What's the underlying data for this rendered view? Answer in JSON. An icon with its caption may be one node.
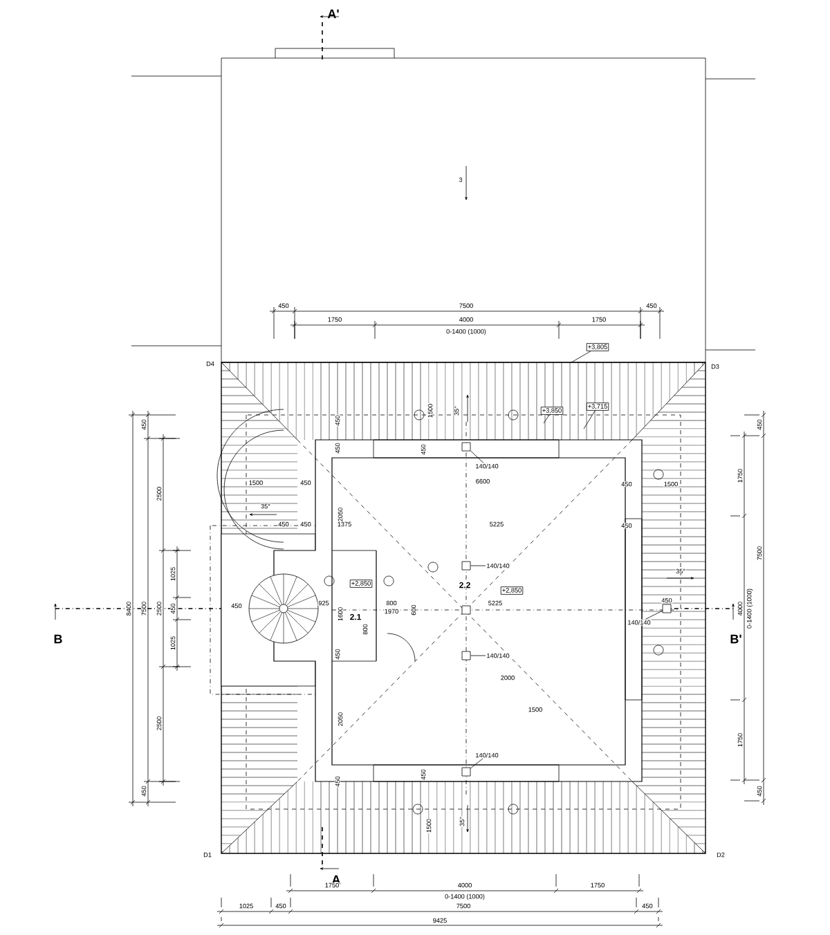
{
  "diagram": {
    "nodes": [
      {
        "text": [
          "+3,805"
        ]
      },
      {
        "text": [
          "+3,850"
        ]
      },
      {
        "text": [
          "+3,715"
        ]
      },
      {
        "text": [
          "140/140"
        ]
      },
      {
        "text": [],
        "shape": "box"
      },
      {
        "text": [
          "140/140"
        ]
      },
      {
        "text": [],
        "shape": "box"
      },
      {
        "text": [
          "+2,850"
        ]
      },
      {
        "text": [
          "+2,850"
        ]
      },
      {
        "text": [],
        "shape": "box"
      },
      {
        "text": [
          "140/140"
        ]
      },
      {
        "text": [],
        "shape": "box",
        "beside": [
          "450"
        ]
      },
      {
        "text": [
          "140/140"
        ]
      },
      {
        "text": [],
        "shape": "box"
      },
      {
        "text": [
          "140/140"
        ]
      },
      {
        "text": [],
        "shape": "box"
      }
    ],
    "edges": [
      {
        "from": 0,
        "to": null,
        "arrow": "none"
      },
      {
        "from": 1,
        "to": null,
        "arrow": "none"
      },
      {
        "from": 2,
        "to": null,
        "arrow": "none"
      },
      {
        "from": 3,
        "to": 4,
        "arrow": "none"
      },
      {
        "from": 5,
        "to": 6,
        "arrow": "none"
      },
      {
        "from": 10,
        "to": 11,
        "arrow": "none"
      },
      {
        "from": 12,
        "to": 13,
        "arrow": "none"
      },
      {
        "from": 14,
        "to": 15,
        "arrow": "none"
      }
    ],
    "labels": [
      "A'",
      "3",
      "450",
      "7500",
      "450",
      "1750",
      "4000",
      "0-1400 (1000)",
      "1750",
      "D4",
      "D3",
      "450",
      "450",
      "1500",
      "35°",
      "450",
      "450",
      "450",
      "2500",
      "1750",
      "1500",
      "450",
      "6600",
      "450",
      "1500",
      "35°",
      "2050",
      "450",
      "450",
      "1375",
      "5225",
      "450",
      "1025",
      "35°",
      "2.2",
      "925",
      "8400",
      "7500",
      "2500",
      "450",
      "450",
      "2.1",
      "1600",
      "800",
      "1970",
      "600",
      "5225",
      "4000",
      "0-1400 (1000)",
      "7500",
      "B",
      "B'",
      "1025",
      "800",
      "450",
      "2000",
      "1500",
      "2500",
      "2050",
      "1750",
      "450",
      "450",
      "450",
      "450",
      "1500",
      "35°",
      "D1",
      "D2",
      "A",
      "1750",
      "4000",
      "0-1400 (1000)",
      "1750",
      "1025",
      "450",
      "7500",
      "450",
      "9425"
    ]
  }
}
